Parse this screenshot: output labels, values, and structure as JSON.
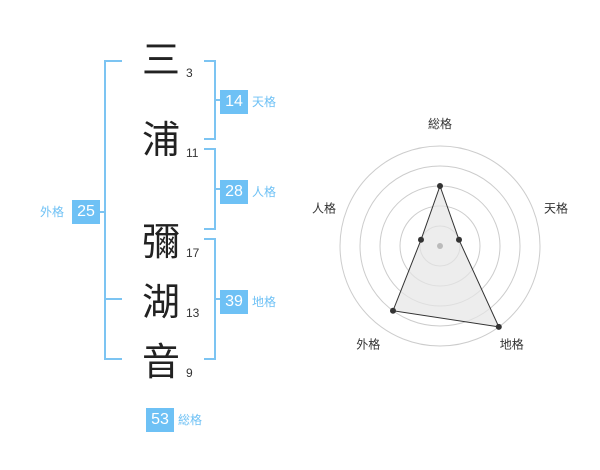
{
  "name": {
    "characters": [
      {
        "char": "三",
        "strokes": "3"
      },
      {
        "char": "浦",
        "strokes": "11"
      },
      {
        "char": "彌",
        "strokes": "17"
      },
      {
        "char": "湖",
        "strokes": "13"
      },
      {
        "char": "音",
        "strokes": "9"
      }
    ]
  },
  "fortunes": {
    "tenkaku": {
      "value": "14",
      "label": "天格"
    },
    "jinkaku": {
      "value": "28",
      "label": "人格"
    },
    "chikaku": {
      "value": "39",
      "label": "地格"
    },
    "gaikaku": {
      "value": "25",
      "label": "外格"
    },
    "soukaku": {
      "value": "53",
      "label": "総格"
    }
  },
  "chart_data": {
    "type": "radar",
    "axes": [
      "総格",
      "天格",
      "地格",
      "外格",
      "人格"
    ],
    "values": [
      3,
      1,
      5,
      4,
      1
    ],
    "max": 5,
    "rings": 5,
    "colors": {
      "fill": "#e6e6e6",
      "stroke": "#333333",
      "ring": "#cccccc",
      "center": "#bbbbbb"
    }
  },
  "colors": {
    "accent": "#6ec1f5",
    "bracket": "#7cc4f2",
    "text": "#222222"
  }
}
